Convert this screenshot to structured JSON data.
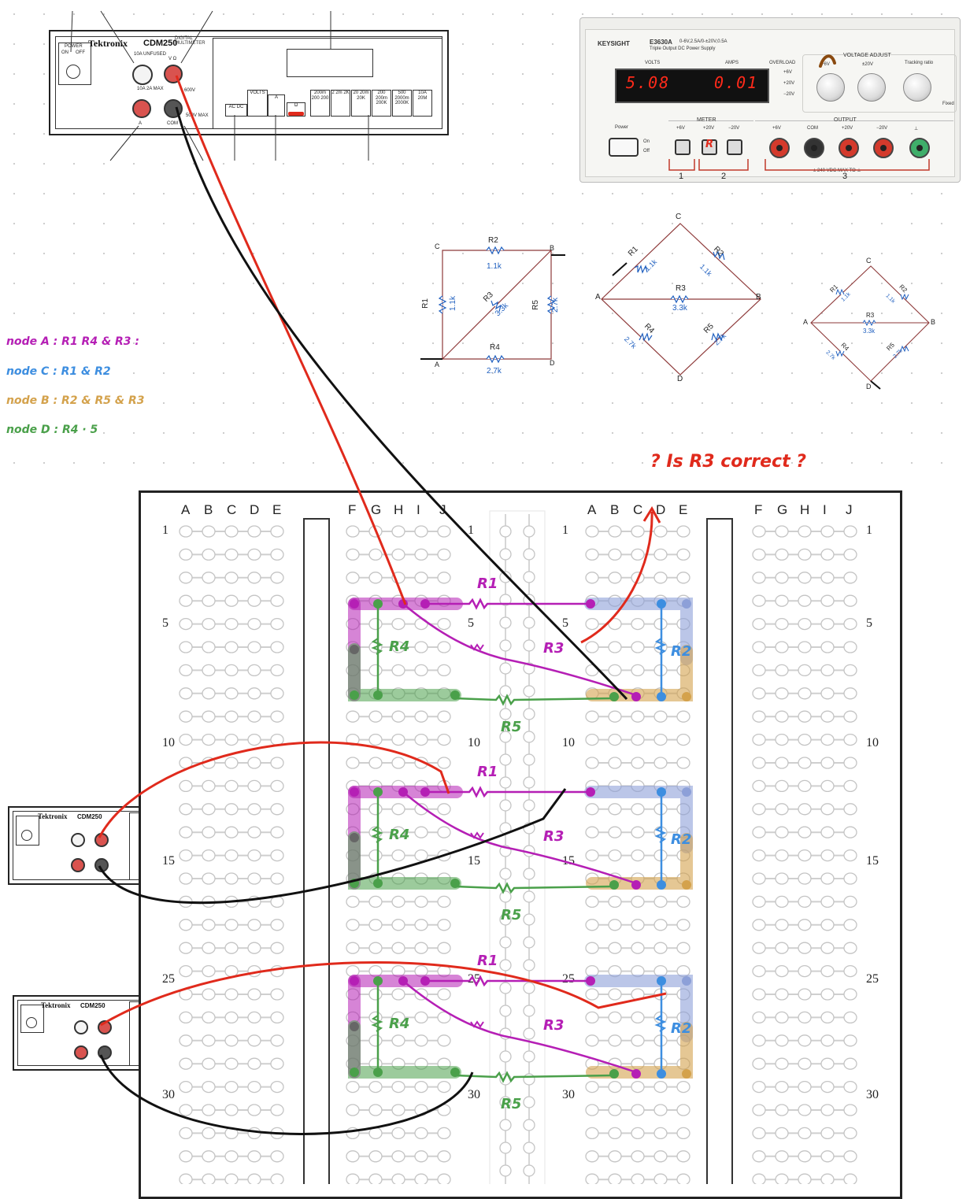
{
  "dmm_top": {
    "brand": "Tektronix",
    "model": "CDM250",
    "subtitle": "DIGITAL MULTIMETER",
    "power_label": "POWER",
    "on": "ON",
    "off": "OFF",
    "jack_10a": "10A UNFUSED",
    "jack_vohm": "V Ω",
    "jack_a": "A",
    "jack_com": "COM",
    "max_label": "10A 2A MAX",
    "v600": "600V",
    "v500": "500V MAX",
    "acdc": "AC DC",
    "btn_volts": "VOLTS",
    "btn_a": "A",
    "btn_ohm": "Ω",
    "ranges": [
      "200m 200 200",
      "2 2m 2K",
      "20 20m 20K",
      "200 200m 200K",
      "500 2000m 2000K",
      "10A 20M"
    ]
  },
  "dmm_mid": {
    "brand": "Tektronix",
    "model": "CDM250"
  },
  "dmm_bot": {
    "brand": "Tektronix",
    "model": "CDM250"
  },
  "power_supply": {
    "brand": "KEYSIGHT",
    "model": "E3630A",
    "model_desc": "0-6V,2.5A/0-±20V,0.5A",
    "model_desc2": "Triple Output DC Power Supply",
    "volts_label": "VOLTS",
    "amps_label": "AMPS",
    "volts_value": "5.08",
    "amps_value": "0.01",
    "overload": "OVERLOAD",
    "ovl_items": [
      "+6V",
      "+20V",
      "−20V"
    ],
    "voltage_adjust": "VOLTAGE ADJUST",
    "knob_labels": [
      "+6V",
      "±20V",
      "Tracking ratio"
    ],
    "fixed": "Fixed",
    "power": "Power",
    "on": "On",
    "off": "Off",
    "meter": "METER",
    "meter_labels": [
      "+6V",
      "+20V",
      "−20V"
    ],
    "output": "OUTPUT",
    "output_labels": [
      "+6V",
      "COM",
      "+20V",
      "−20V",
      "⊥"
    ],
    "output_note": "± 240 VDC MAX TO ⊥",
    "group_labels": [
      "1",
      "2",
      "3"
    ],
    "meter_mark": "R"
  },
  "schematic_square": {
    "R1": "R1",
    "R1_val": "1.1k",
    "R2": "R2",
    "R2_val": "1.1k",
    "R3": "R3",
    "R3_val": "3.3k",
    "R4": "R4",
    "R4_val": "2.7k",
    "R5": "R5",
    "R5_val": "2.7k",
    "nodes": [
      "C",
      "B",
      "A",
      "D"
    ]
  },
  "schematic_diamond": {
    "R1": "R1",
    "R1_val": "1.1k",
    "R2": "R2",
    "R2_val": "1.1k",
    "R3": "R3",
    "R3_val": "3.3k",
    "R4": "R4",
    "R4_val": "2.7k",
    "R5": "R5",
    "R5_val": "2.7k",
    "nodes": [
      "C",
      "A",
      "B",
      "D"
    ]
  },
  "schematic_small": {
    "R1": "R1",
    "R1_val": "1.1k",
    "R2": "R2",
    "R2_val": "1.1k",
    "R3": "R3",
    "R3_val": "3.3k",
    "R4": "R4",
    "R4_val": "2.7k",
    "R5": "R5",
    "R5_val": "2.7k",
    "nodes": [
      "C",
      "A",
      "B",
      "D"
    ]
  },
  "notes": {
    "nodeA": "node A : R1 R4 & R3 :",
    "nodeC": "node C : R1 & R2",
    "nodeB": "node B : R2 & R5 & R3",
    "nodeD": "node D : R4 · 5",
    "question": "? Is R3 correct ?",
    "colors": {
      "nodeA": "#b51fb5",
      "nodeC": "#3d8ee0",
      "nodeB": "#d4a24c",
      "nodeD": "#4aa04a"
    }
  },
  "breadboard": {
    "cols_left": [
      "A",
      "B",
      "C",
      "D",
      "E"
    ],
    "cols_mid": [
      "F",
      "G",
      "H",
      "I",
      "J"
    ],
    "cols_right_a": [
      "A",
      "B",
      "C",
      "D",
      "E"
    ],
    "cols_right_f": [
      "F",
      "G",
      "H",
      "I",
      "J"
    ],
    "row_numbers": [
      "1",
      "5",
      "10",
      "15",
      "25",
      "30"
    ],
    "mid_row_numbers": [
      "1",
      "5",
      "10",
      "15",
      "25",
      "30"
    ]
  },
  "circuit_labels": {
    "r1": "R1",
    "r2": "R2",
    "r3": "R3",
    "r4": "R4",
    "r5": "R5"
  },
  "wire_colors": {
    "red": "#e02a1c",
    "black": "#111111"
  }
}
